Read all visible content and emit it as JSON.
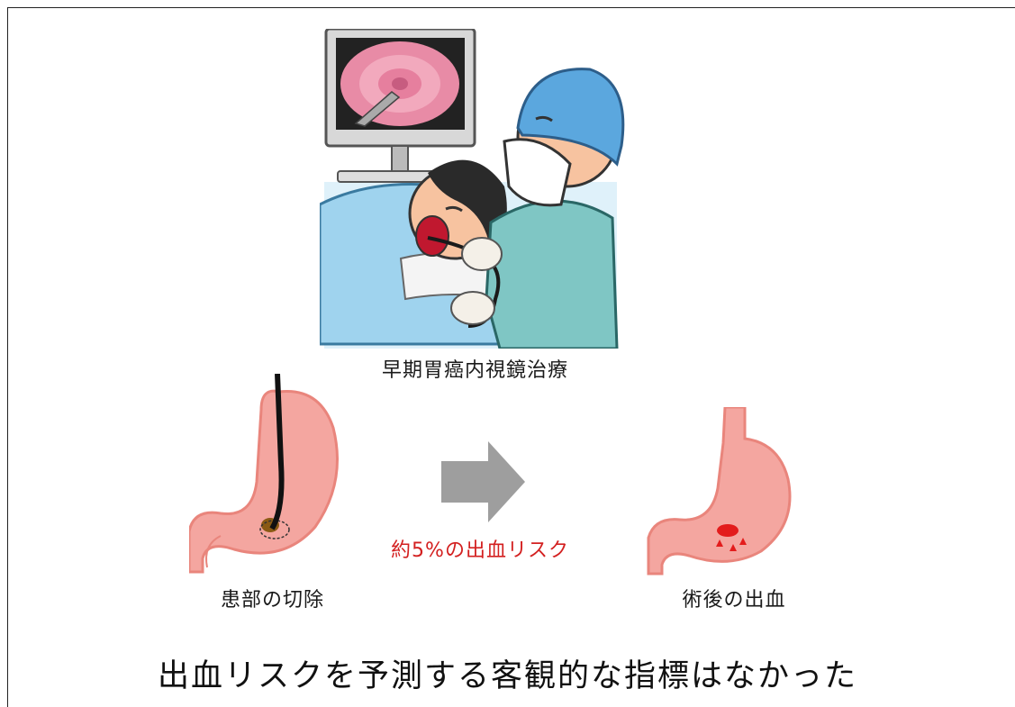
{
  "procedure_label": "早期胃癌内視鏡治療",
  "left_caption": "患部の切除",
  "right_caption": "術後の出血",
  "risk_label": "約5%の出血リスク",
  "headline": "出血リスクを予測する客観的な指標はなかった",
  "colors": {
    "risk_text": "#d32020",
    "arrow": "#9e9e9e",
    "stomach_fill": "#f4a6a0",
    "scrub": "#7fc6c4",
    "cap": "#5ba7de",
    "patient_gown": "#9fd3ee"
  },
  "icons": [
    "endoscopy-illustration",
    "stomach-with-endoscope",
    "right-arrow-icon",
    "stomach-bleeding"
  ]
}
